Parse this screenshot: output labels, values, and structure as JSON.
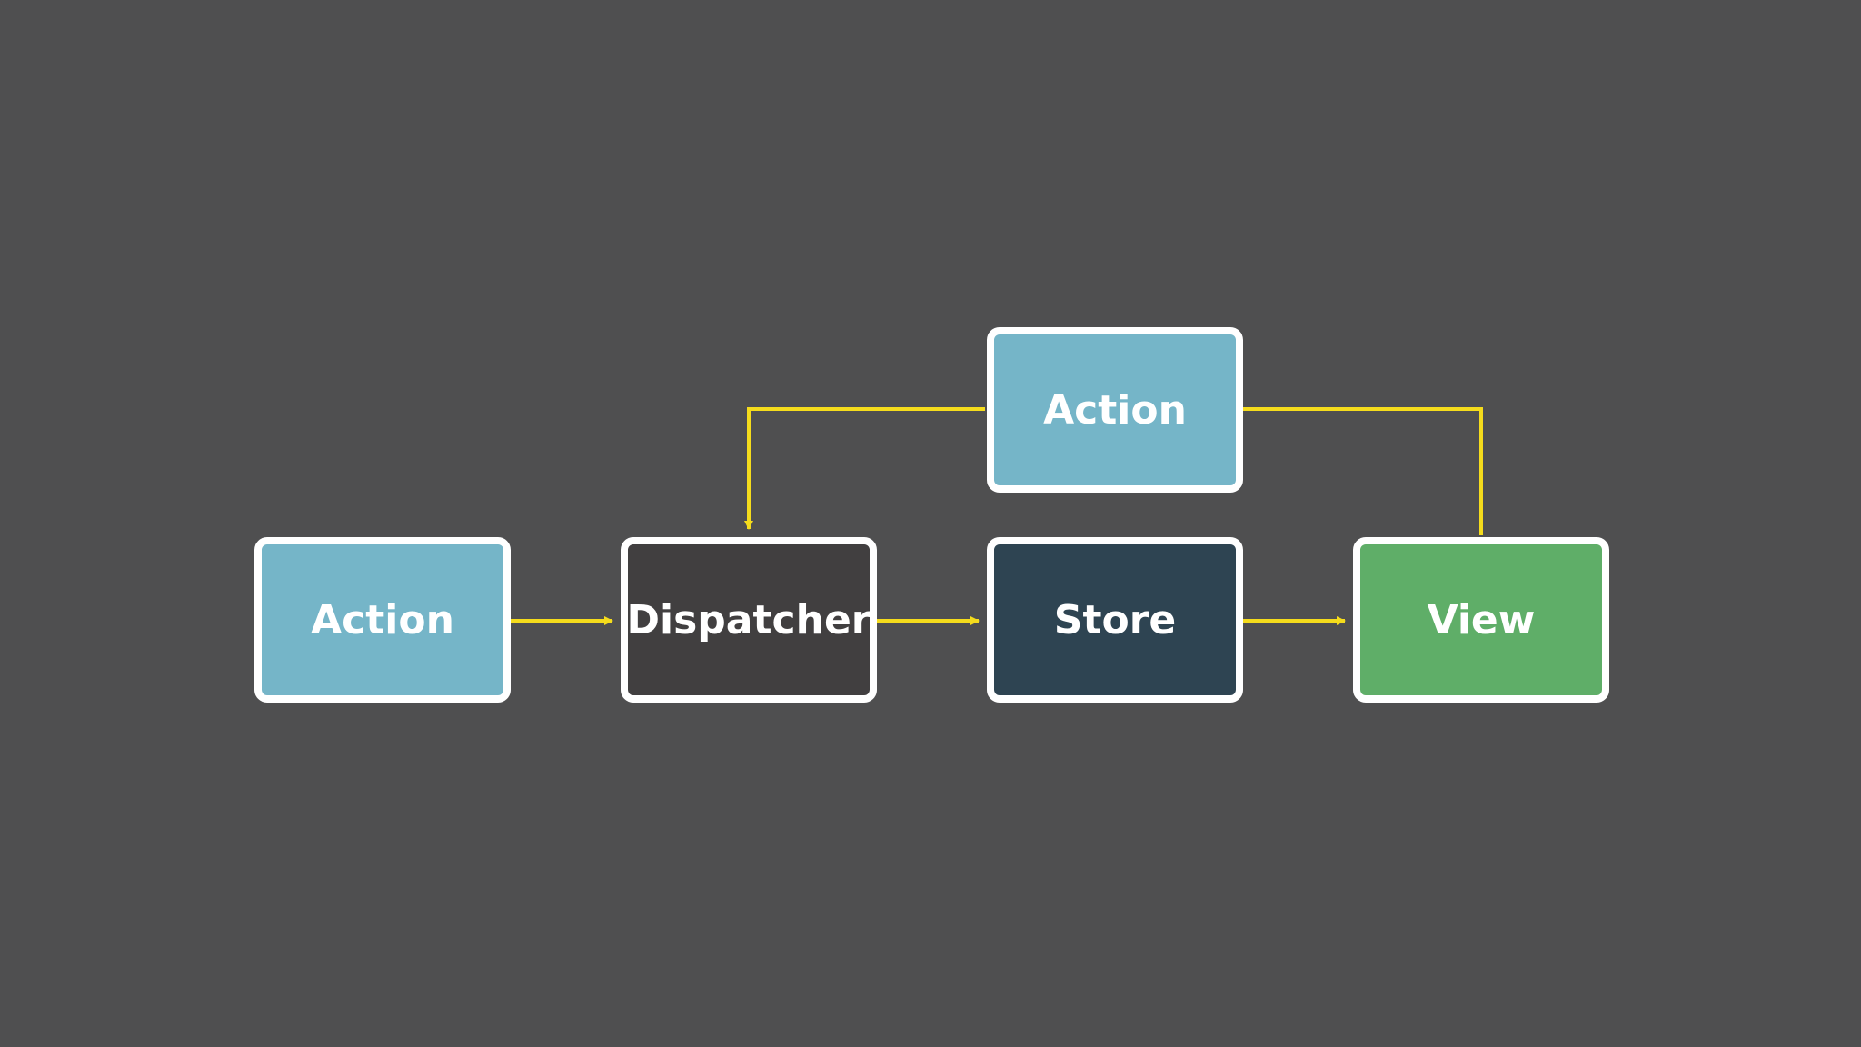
{
  "diagram": {
    "nodes": {
      "action_top": {
        "label": "Action",
        "color": "#75b5c8"
      },
      "action_left": {
        "label": "Action",
        "color": "#75b5c8"
      },
      "dispatcher": {
        "label": "Dispatcher",
        "color": "#413f40"
      },
      "store": {
        "label": "Store",
        "color": "#2e4452"
      },
      "view": {
        "label": "View",
        "color": "#5fae68"
      }
    },
    "border_color": "#ffffff",
    "connector_color": "#f5dc1c",
    "edges": [
      {
        "from": "Action",
        "to": "Dispatcher"
      },
      {
        "from": "Dispatcher",
        "to": "Store"
      },
      {
        "from": "Store",
        "to": "View"
      },
      {
        "from": "View",
        "to": "Action"
      },
      {
        "from": "Action",
        "to": "Dispatcher"
      }
    ]
  }
}
